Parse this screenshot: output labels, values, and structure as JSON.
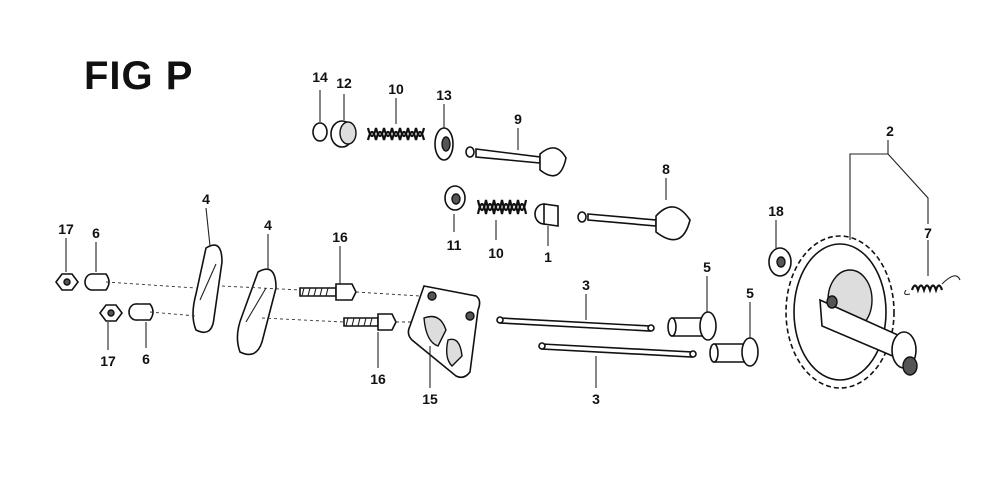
{
  "figure": {
    "title": "FIG P"
  },
  "callouts": [
    {
      "id": "c14",
      "text": "14"
    },
    {
      "id": "c12",
      "text": "12"
    },
    {
      "id": "c10a",
      "text": "10"
    },
    {
      "id": "c13",
      "text": "13"
    },
    {
      "id": "c9",
      "text": "9"
    },
    {
      "id": "c2",
      "text": "2"
    },
    {
      "id": "c8",
      "text": "8"
    },
    {
      "id": "c11",
      "text": "11"
    },
    {
      "id": "c10b",
      "text": "10"
    },
    {
      "id": "c1",
      "text": "1"
    },
    {
      "id": "c18",
      "text": "18"
    },
    {
      "id": "c7",
      "text": "7"
    },
    {
      "id": "c4a",
      "text": "4"
    },
    {
      "id": "c4b",
      "text": "4"
    },
    {
      "id": "c17a",
      "text": "17"
    },
    {
      "id": "c6a",
      "text": "6"
    },
    {
      "id": "c16a",
      "text": "16"
    },
    {
      "id": "c3a",
      "text": "3"
    },
    {
      "id": "c5a",
      "text": "5"
    },
    {
      "id": "c5b",
      "text": "5"
    },
    {
      "id": "c17b",
      "text": "17"
    },
    {
      "id": "c6b",
      "text": "6"
    },
    {
      "id": "c16b",
      "text": "16"
    },
    {
      "id": "c15",
      "text": "15"
    },
    {
      "id": "c3b",
      "text": "3"
    }
  ]
}
